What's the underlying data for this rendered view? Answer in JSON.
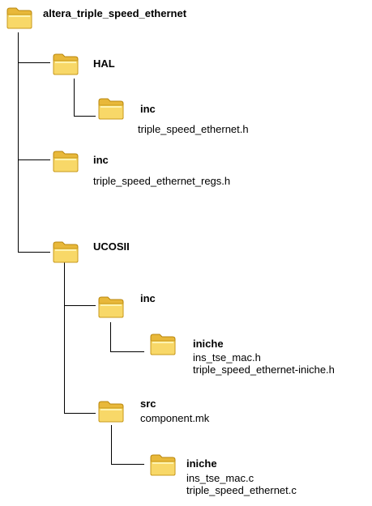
{
  "tree": {
    "root": {
      "name": "altera_triple_speed_ethernet",
      "icon": "folder-icon"
    },
    "hal": {
      "name": "HAL",
      "icon": "folder-icon"
    },
    "hal_inc": {
      "name": "inc",
      "icon": "folder-icon",
      "files": [
        "triple_speed_ethernet.h"
      ]
    },
    "inc": {
      "name": "inc",
      "icon": "folder-icon",
      "files": [
        "triple_speed_ethernet_regs.h"
      ]
    },
    "ucosii": {
      "name": "UCOSII",
      "icon": "folder-icon"
    },
    "ucosii_inc": {
      "name": "inc",
      "icon": "folder-icon"
    },
    "ucosii_inc_iniche": {
      "name": "iniche",
      "icon": "folder-icon",
      "files": [
        "ins_tse_mac.h",
        "triple_speed_ethernet-iniche.h"
      ]
    },
    "ucosii_src": {
      "name": "src",
      "icon": "folder-icon",
      "files": [
        "component.mk"
      ]
    },
    "ucosii_src_iniche": {
      "name": "iniche",
      "icon": "folder-icon",
      "files": [
        "ins_tse_mac.c",
        "triple_speed_ethernet.c"
      ]
    }
  },
  "colors": {
    "folder_light": "#fff3b0",
    "folder_mid": "#f5d35a",
    "folder_dark": "#c99a1c",
    "line": "#000000"
  }
}
